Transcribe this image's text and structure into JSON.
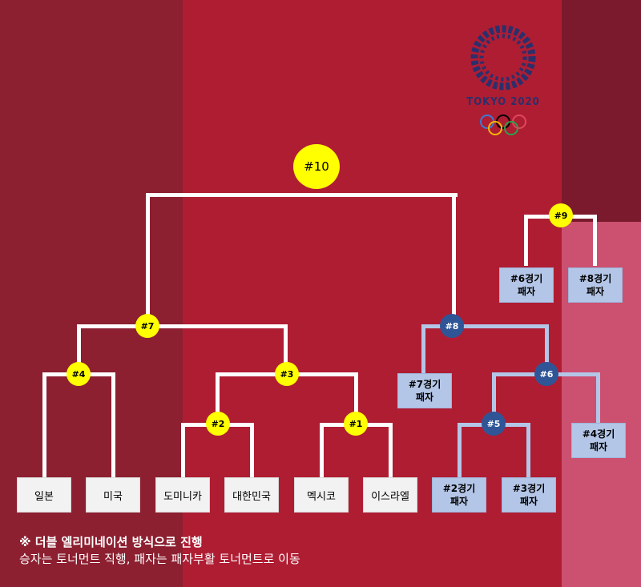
{
  "colors": {
    "left_panel": "#8C1F30",
    "center_panel": "#AF1D33",
    "right_top_panel": "#7A1A2C",
    "right_bottom_panel": "#CC5070",
    "winner_node": "#FFFF00",
    "loser_node": "#2F5597",
    "loser_box": "#B4C6E7",
    "team_box": "#F2F2F2"
  },
  "logo": {
    "text": "TOKYO 2020",
    "emblem": "tokyo-2020-emblem",
    "rings": "olympic-rings"
  },
  "winners_bracket": {
    "teams": [
      "일본",
      "미국",
      "도미니카",
      "대한민국",
      "멕시코",
      "이스라엘"
    ],
    "games": {
      "g1": "#1",
      "g2": "#2",
      "g3": "#3",
      "g4": "#4",
      "g7": "#7",
      "final": "#10"
    }
  },
  "losers_bracket": {
    "games": {
      "g5": "#5",
      "g6": "#6",
      "g8": "#8",
      "g9": "#9"
    },
    "slots": {
      "l2": "#2경기\n패자",
      "l3": "#3경기\n패자",
      "l4": "#4경기\n패자",
      "l7": "#7경기\n패자",
      "l6": "#6경기\n패자",
      "l8": "#8경기\n패자"
    }
  },
  "notes": {
    "line1": "※ 더블 엘리미네이션 방식으로 진행",
    "line2": "승자는 토너먼트 직행, 패자는 패자부활 토너먼트로 이동"
  }
}
